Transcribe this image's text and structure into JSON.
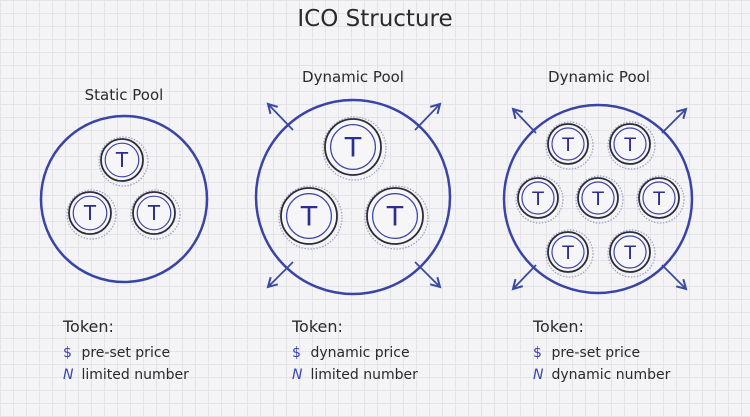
{
  "title": "ICO Structure",
  "token_symbol": "T",
  "colors": {
    "pool_stroke": "#3a43a6",
    "token_text": "#2b2f8f",
    "arrow": "#3b4a9e"
  },
  "pools": [
    {
      "label": "Static Pool",
      "legend": {
        "heading": "Token:",
        "price_symbol": "$",
        "price_text": "pre-set price",
        "number_symbol": "N",
        "number_text": "limited number"
      }
    },
    {
      "label": "Dynamic Pool",
      "legend": {
        "heading": "Token:",
        "price_symbol": "$",
        "price_text": "dynamic price",
        "number_symbol": "N",
        "number_text": "limited number"
      }
    },
    {
      "label": "Dynamic Pool",
      "legend": {
        "heading": "Token:",
        "price_symbol": "$",
        "price_text": "pre-set price",
        "number_symbol": "N",
        "number_text": "dynamic number"
      }
    }
  ]
}
